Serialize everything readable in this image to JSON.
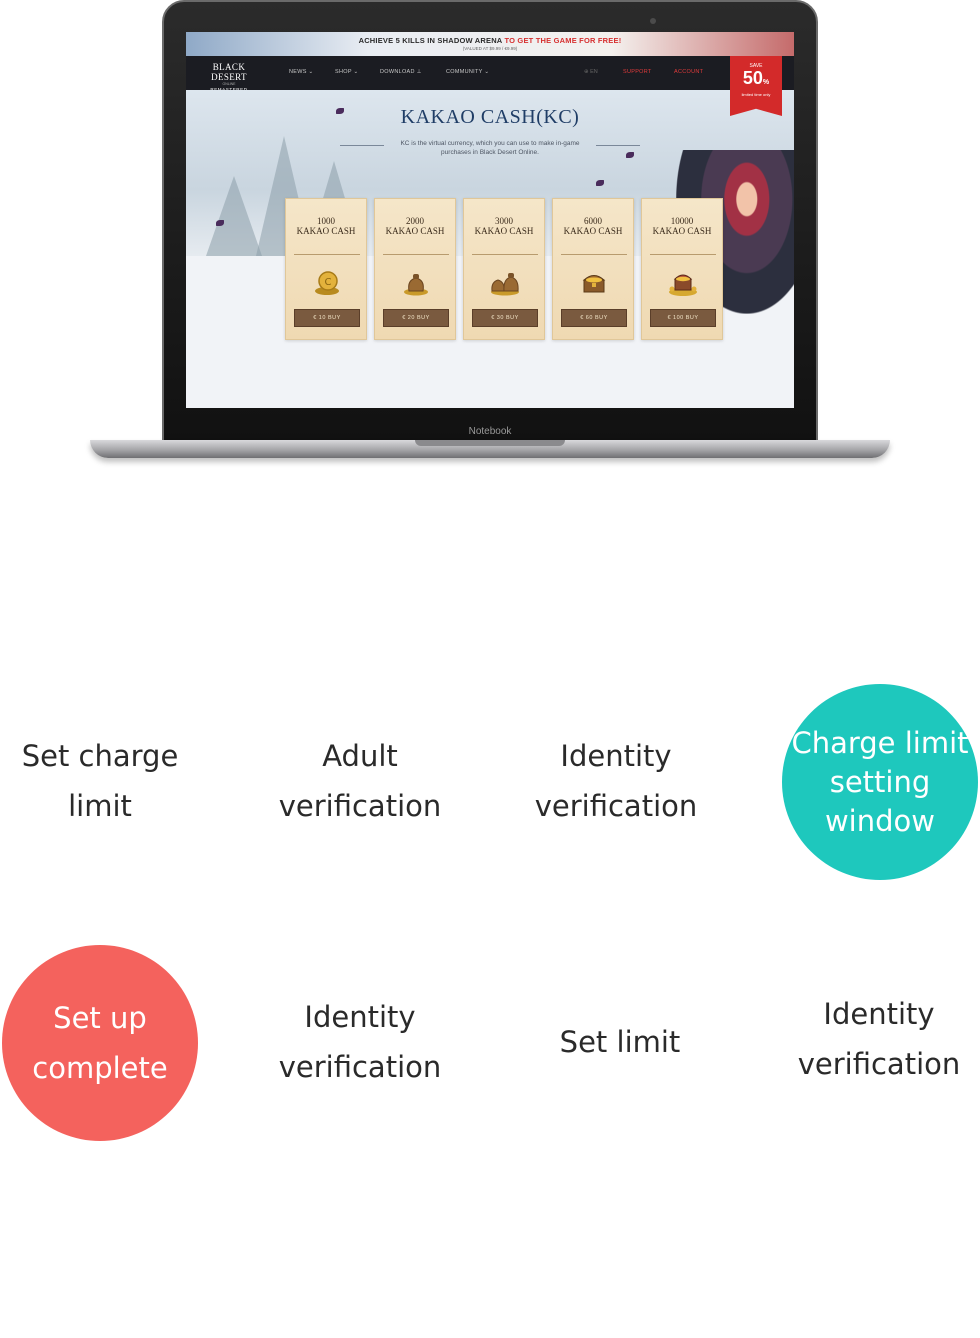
{
  "laptop": {
    "label": "Notebook",
    "promo": {
      "text_before": "ACHIEVE 5 KILLS IN SHADOW ARENA",
      "text_highlight": "TO GET THE GAME FOR FREE!",
      "subtext": "(VALUED AT $9.99 / €9.99)"
    },
    "nav": {
      "logo_main": "BLACK DESERT",
      "logo_sub": "ONLINE",
      "logo_tag": "REMASTERED",
      "items": [
        "NEWS ⌄",
        "SHOP ⌄",
        "DOWNLOAD ⊥",
        "COMMUNITY ⌄"
      ],
      "language": "⊕ EN",
      "support": "SUPPORT",
      "account": "ACCOUNT"
    },
    "sale_badge": {
      "save": "SAVE",
      "percent": "50",
      "percent_sign": "%",
      "note": "limited time only"
    },
    "hero": {
      "title": "KAKAO CASH(KC)",
      "description": "KC is the virtual currency, which you can use to make in-game purchases in Black Desert Online."
    },
    "cards": [
      {
        "amount": "1000",
        "unit": "KAKAO CASH",
        "buy": "€ 10   BUY",
        "icon": "coin-stack-icon"
      },
      {
        "amount": "2000",
        "unit": "KAKAO CASH",
        "buy": "€ 20   BUY",
        "icon": "coin-bag-icon"
      },
      {
        "amount": "3000",
        "unit": "KAKAO CASH",
        "buy": "€ 30   BUY",
        "icon": "coin-bags-icon"
      },
      {
        "amount": "6000",
        "unit": "KAKAO CASH",
        "buy": "€ 60   BUY",
        "icon": "treasure-chest-icon"
      },
      {
        "amount": "10000",
        "unit": "KAKAO CASH",
        "buy": "€ 100   BUY",
        "icon": "treasure-pile-icon"
      }
    ],
    "colors": {
      "nav_bg": "#1b1c22",
      "accent_red": "#d32a2a",
      "title_blue": "#1f3d66",
      "card_bg": "#f5e6c9"
    }
  },
  "flow": {
    "row1": [
      {
        "line1": "Set charge",
        "line2": "limit"
      },
      {
        "line1": "Adult",
        "line2": "verification"
      },
      {
        "line1": "Identity",
        "line2": "verification"
      },
      {
        "line1": "Charge limit",
        "line2": "setting",
        "line3": "window",
        "color": "#1ec8bd"
      }
    ],
    "row2": [
      {
        "line1": "Set up",
        "line2": "complete",
        "color": "#f4625d"
      },
      {
        "line1": "Identity",
        "line2": "verification"
      },
      {
        "line1": "Set limit"
      },
      {
        "line1": "Identity",
        "line2": "verification"
      }
    ]
  }
}
